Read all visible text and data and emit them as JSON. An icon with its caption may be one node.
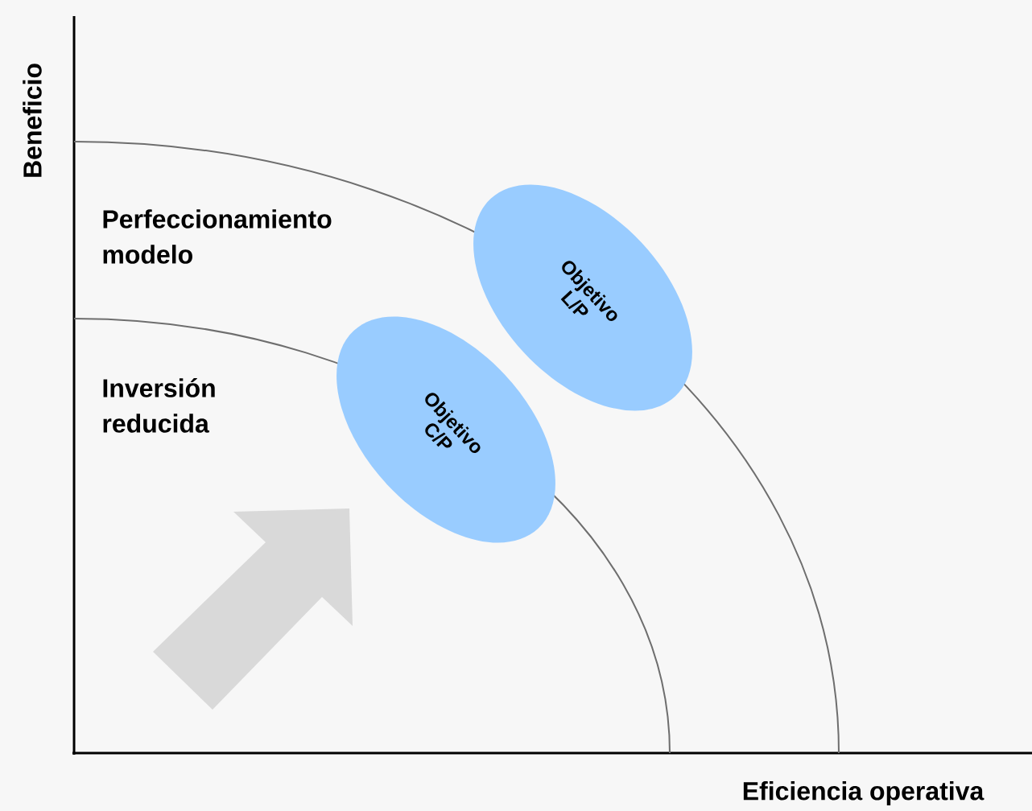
{
  "diagram": {
    "nodes": [
      {
        "text": [
          "Objetivo L/P"
        ]
      },
      {
        "text": [
          "Objetivo C/P"
        ]
      }
    ],
    "labels": [
      "Beneficio",
      "Perfeccionamiento modelo",
      "Inversión reducida",
      "Eficiencia operativa"
    ]
  }
}
